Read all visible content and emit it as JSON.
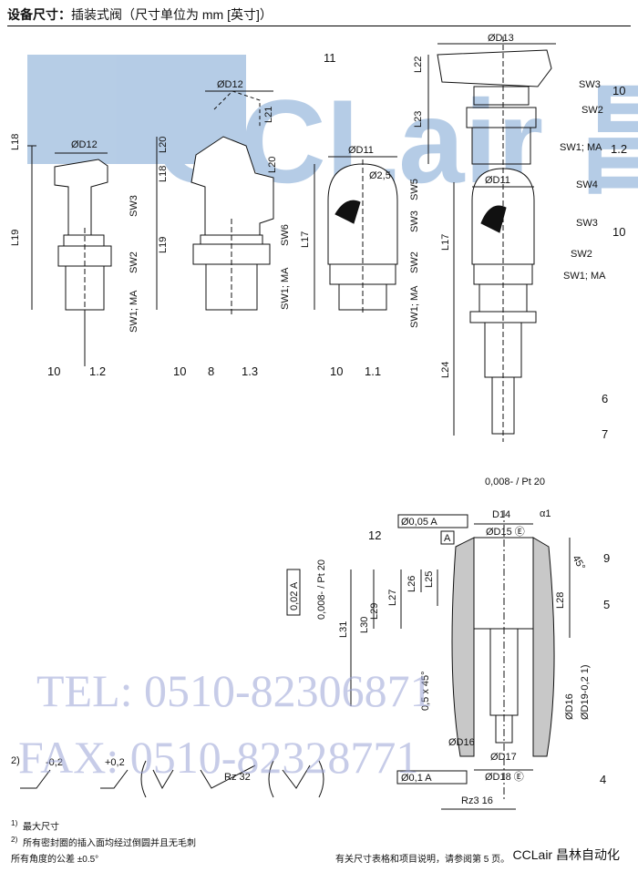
{
  "header": {
    "title_bold": "设备尺寸：",
    "title_rest": "插装式阀（尺寸单位为 mm [英寸]）"
  },
  "watermark": {
    "logo": "CCLair 昌林自动化",
    "tel": "TEL: 0510-82306871",
    "fax": "FAX: 0510-82328771"
  },
  "top_views": {
    "view1": {
      "dims": [
        "ØD12",
        "L18",
        "L19",
        "SW3",
        "SW2",
        "SW1; MA"
      ],
      "callouts": [
        "10",
        "1.2"
      ]
    },
    "view2": {
      "dims": [
        "ØD12",
        "L21",
        "L20",
        "L18",
        "L20",
        "L19",
        "SW6",
        "SW1; MA"
      ],
      "callouts": [
        "11",
        "10",
        "8",
        "1.3"
      ]
    },
    "view3": {
      "dims": [
        "ØD11",
        "Ø2,5",
        "SW5",
        "SW3",
        "L17",
        "SW2",
        "SW1; MA"
      ],
      "callouts": [
        "10",
        "1.1"
      ]
    },
    "view4": {
      "dims": [
        "ØD13",
        "L22",
        "SW3",
        "SW2",
        "L23",
        "SW1; MA",
        "ØD11",
        "SW4",
        "SW3",
        "SW2",
        "SW1; MA",
        "L17",
        "L24"
      ],
      "callouts": [
        "10",
        "1.2",
        "10",
        "6",
        "7"
      ]
    }
  },
  "bore": {
    "dims": [
      "0,008- / Pt 20",
      "D14",
      "α1",
      "ØD15 Ⓔ",
      "Ø0,05 A",
      "A",
      "45°",
      "L25",
      "L26",
      "L27",
      "L28",
      "L29",
      "L30",
      "L31",
      "0,02 A",
      "0,008- / Pt 20",
      "0,5 x 45°",
      "ØD16",
      "ØD19-0,2 1)",
      "ØD16",
      "ØD17",
      "ØD18 Ⓔ",
      "Ø0,1 A",
      "Rz3 16"
    ],
    "callouts": [
      "12",
      "9",
      "5",
      "4"
    ]
  },
  "symbols": {
    "sup": "2)",
    "a": "-0,2",
    "b": "+0,2",
    "rz": "Rz 32"
  },
  "footnotes": {
    "f1_mark": "1)",
    "f1": "最大尺寸",
    "f2_mark": "2)",
    "f2": "所有密封圈的插入面均经过倒圆并且无毛刺",
    "f3": "所有角度的公差 ±0.5°",
    "right": "有关尺寸表格和项目说明，请参阅第 5 页。"
  },
  "brand": "CCLair 昌林自动化",
  "colors": {
    "watermark_blue": "#2f6fb8",
    "hatch_gray": "#c8c8c8",
    "line": "#111111"
  }
}
